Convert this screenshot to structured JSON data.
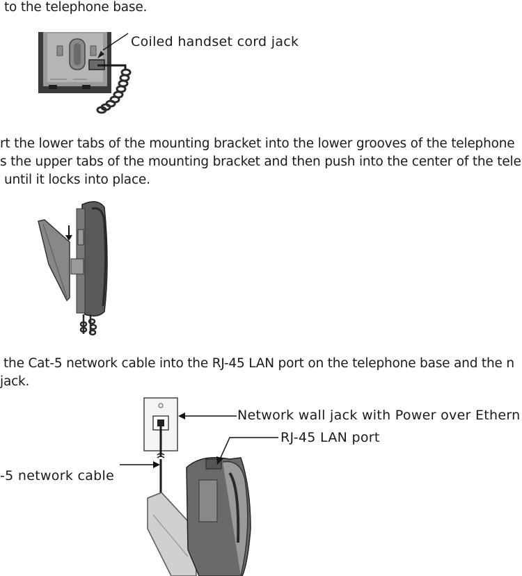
{
  "step_top": {
    "text_line1": "to the telephone base."
  },
  "figure1": {
    "callout_cord_jack": "Coiled handset cord jack"
  },
  "step_bracket": {
    "line1": "rt the lower tabs of the mounting bracket into the lower grooves of the telephone",
    "line2": "s the upper tabs of the mounting bracket and then push into the center of the telep",
    "line3": "until it locks into place."
  },
  "step_network": {
    "line1": "the Cat-5 network cable into the RJ-45 LAN port on the telephone base and the n",
    "line2": "jack."
  },
  "figure3": {
    "callout_wall_jack": "Network wall jack with Power over Ethern",
    "callout_lan_port": "RJ-45 LAN port",
    "callout_cable": "-5 network cable"
  }
}
